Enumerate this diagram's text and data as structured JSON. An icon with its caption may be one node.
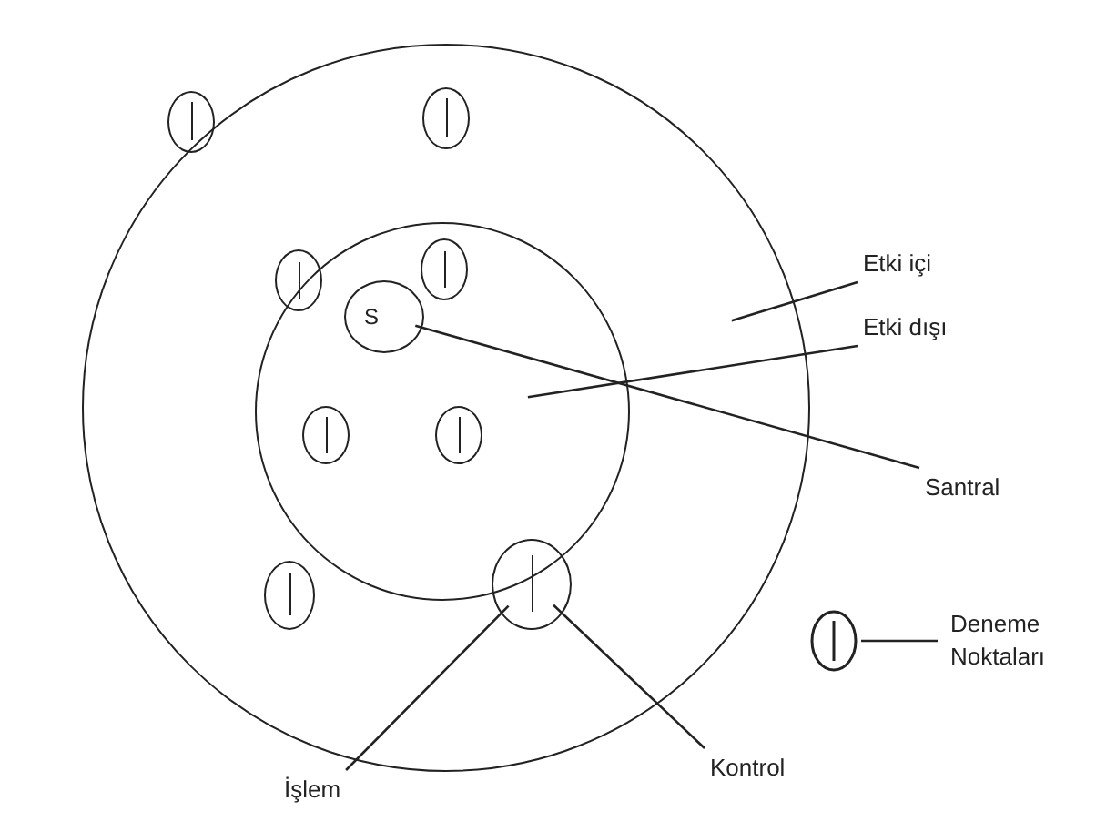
{
  "diagram": {
    "nodes": [
      {
        "text": [],
        "shape": "circle"
      },
      {
        "text": [],
        "shape": "circle",
        "in": 0
      },
      {
        "text": [],
        "shape": "circle",
        "in": 0
      },
      {
        "text": [],
        "shape": "circle",
        "in": 0
      },
      {
        "text": [],
        "shape": "circle",
        "in": 3
      },
      {
        "text": [],
        "shape": "circle",
        "in": 3
      },
      {
        "text": [
          "S"
        ],
        "in": 3
      },
      {
        "text": [],
        "shape": "circle",
        "in": 3
      },
      {
        "text": [],
        "shape": "circle",
        "in": 3
      },
      {
        "text": [],
        "shape": "circle",
        "in": 0
      },
      {
        "text": [],
        "shape": "circle",
        "in": 0
      },
      {
        "text": [
          "Etki içi"
        ]
      },
      {
        "text": [
          "Etki dışı"
        ]
      },
      {
        "text": [
          "Santral"
        ]
      },
      {
        "text": [
          "İşlem"
        ]
      },
      {
        "text": [
          "Kontrol"
        ]
      }
    ],
    "edges": [
      {
        "from": 11,
        "to": 0,
        "arrow": "none"
      },
      {
        "from": 12,
        "to": 3,
        "arrow": "none"
      },
      {
        "from": 13,
        "to": 6,
        "arrow": "none"
      },
      {
        "from": 14,
        "to": 10,
        "arrow": "none"
      },
      {
        "from": 15,
        "to": 10,
        "arrow": "none"
      }
    ],
    "legend": [
      {
        "text": "Deneme Noktaları"
      }
    ]
  }
}
